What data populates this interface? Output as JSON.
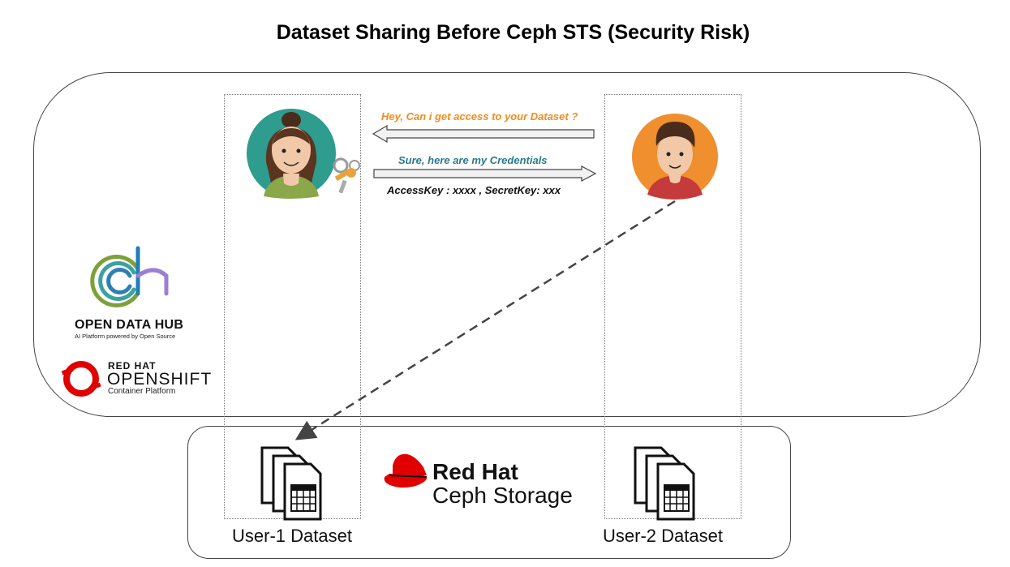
{
  "title": "Dataset Sharing Before Ceph STS (Security Risk)",
  "messages": {
    "request": "Hey, Can i get access to your Dataset ?",
    "reply": "Sure, here are my Credentials",
    "credentials": "AccessKey : xxxx , SecretKey: xxx"
  },
  "datasets": {
    "user1": "User-1 Dataset",
    "user2": "User-2 Dataset"
  },
  "logos": {
    "odh_name": "OPEN DATA HUB",
    "odh_tagline": "AI Platform powered by Open Source",
    "rh_top": "RED HAT",
    "rh_product": "OPENSHIFT",
    "rh_sub": "Container Platform",
    "ceph_brand": "Red Hat",
    "ceph_product": "Ceph Storage"
  },
  "icons": [
    "woman-avatar-icon",
    "man-avatar-icon",
    "keys-icon",
    "dataset-files-icon",
    "red-hat-fedora-icon",
    "openshift-icon",
    "open-data-hub-icon"
  ],
  "colors": {
    "request_text": "#f28c1e",
    "reply_text": "#2b7a8c",
    "red_hat_red": "#e00000",
    "woman_bg": "#2e9c8e",
    "man_bg": "#ef8f2e"
  }
}
